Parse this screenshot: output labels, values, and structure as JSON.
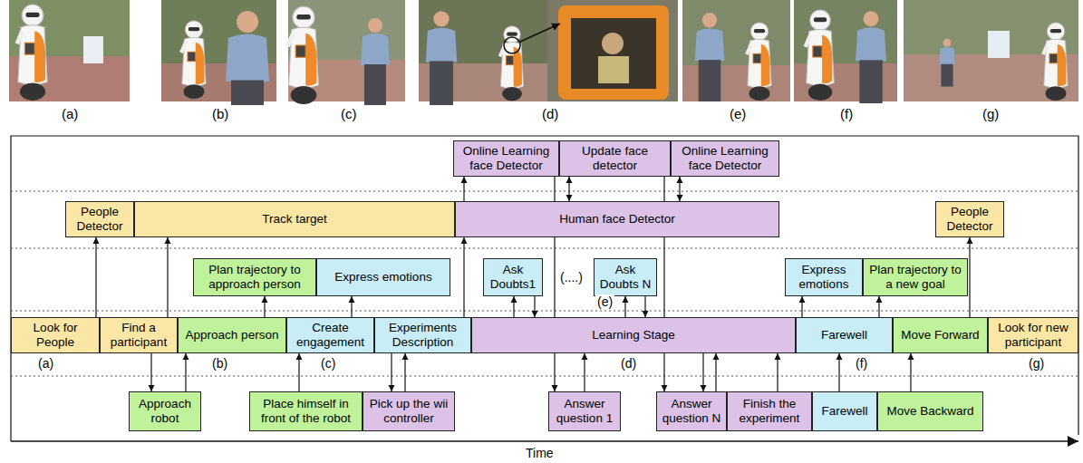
{
  "diagram": {
    "nodes": [
      {
        "text": [
          "Online Learning face Detector"
        ]
      },
      {
        "text": [
          "Update face detector"
        ]
      },
      {
        "text": [
          "Online Learning face Detector"
        ]
      },
      {
        "text": [
          "People Detector"
        ]
      },
      {
        "text": [
          "Track target"
        ]
      },
      {
        "text": [
          "Human face Detector"
        ]
      },
      {
        "text": [
          "People Detector"
        ]
      },
      {
        "text": [
          "Plan trajectory to approach person"
        ]
      },
      {
        "text": [
          "Express emotions"
        ]
      },
      {
        "text": [
          "Ask Doubts1"
        ]
      },
      {
        "text": [
          "Ask Doubts N"
        ]
      },
      {
        "text": [
          "Express emotions"
        ]
      },
      {
        "text": [
          "Plan trajectory to a new goal"
        ]
      },
      {
        "text": [
          "Look for People"
        ]
      },
      {
        "text": [
          "Find a participant"
        ]
      },
      {
        "text": [
          "Approach person"
        ]
      },
      {
        "text": [
          "Create engagement"
        ]
      },
      {
        "text": [
          "Experiments Description"
        ]
      },
      {
        "text": [
          "Learning Stage"
        ]
      },
      {
        "text": [
          "Farewell"
        ]
      },
      {
        "text": [
          "Move Forward"
        ]
      },
      {
        "text": [
          "Look for new participant"
        ]
      },
      {
        "text": [
          "Approach robot"
        ]
      },
      {
        "text": [
          "Place himself in front of the robot"
        ]
      },
      {
        "text": [
          "Pick up the wii controller"
        ]
      },
      {
        "text": [
          "Answer question 1"
        ]
      },
      {
        "text": [
          "Answer question N"
        ]
      },
      {
        "text": [
          "Finish the experiment"
        ]
      },
      {
        "text": [
          "Farewell"
        ]
      },
      {
        "text": [
          "Move Backward"
        ]
      }
    ],
    "edges": [
      {
        "from": 13,
        "to": 3,
        "arrow": "to"
      },
      {
        "from": 14,
        "to": 4,
        "arrow": "to"
      },
      {
        "from": 14,
        "to": 22,
        "arrow": "to"
      },
      {
        "from": 22,
        "to": 15,
        "arrow": "to"
      },
      {
        "from": 15,
        "to": 7,
        "arrow": "to"
      },
      {
        "from": 16,
        "to": 8,
        "arrow": "to"
      },
      {
        "from": 23,
        "to": 16,
        "arrow": "to"
      },
      {
        "from": 17,
        "to": 24,
        "arrow": "to"
      },
      {
        "from": 24,
        "to": 17,
        "arrow": "to"
      },
      {
        "from": 17,
        "to": 5,
        "arrow": "to"
      },
      {
        "from": 5,
        "to": 0,
        "arrow": "to"
      },
      {
        "from": 18,
        "to": 9,
        "arrow": "to"
      },
      {
        "from": 9,
        "to": 18,
        "arrow": "to"
      },
      {
        "from": 1,
        "to": 5,
        "arrow": "both"
      },
      {
        "from": 0,
        "to": 25,
        "arrow": "to"
      },
      {
        "from": 25,
        "to": 18,
        "arrow": "to"
      },
      {
        "from": 18,
        "to": 10,
        "arrow": "to"
      },
      {
        "from": 10,
        "to": 18,
        "arrow": "to"
      },
      {
        "from": 2,
        "to": 5,
        "arrow": "both"
      },
      {
        "from": 1,
        "to": 26,
        "arrow": "to"
      },
      {
        "from": 18,
        "to": 26,
        "arrow": "to"
      },
      {
        "from": 26,
        "to": 18,
        "arrow": "to"
      },
      {
        "from": 27,
        "to": 18,
        "arrow": "to"
      },
      {
        "from": 19,
        "to": 11,
        "arrow": "to"
      },
      {
        "from": 28,
        "to": 19,
        "arrow": "to"
      },
      {
        "from": 19,
        "to": 12,
        "arrow": "to"
      },
      {
        "from": 29,
        "to": 20,
        "arrow": "to"
      },
      {
        "from": 20,
        "to": 6,
        "arrow": "to"
      }
    ],
    "labels": [
      "(a)",
      "(b)",
      "(c)",
      "(d)",
      "(e)",
      "(f)",
      "(g)",
      "(....)",
      "(e)",
      "(a)",
      "(b)",
      "(c)",
      "(d)",
      "(f)",
      "(g)",
      "Time"
    ]
  }
}
